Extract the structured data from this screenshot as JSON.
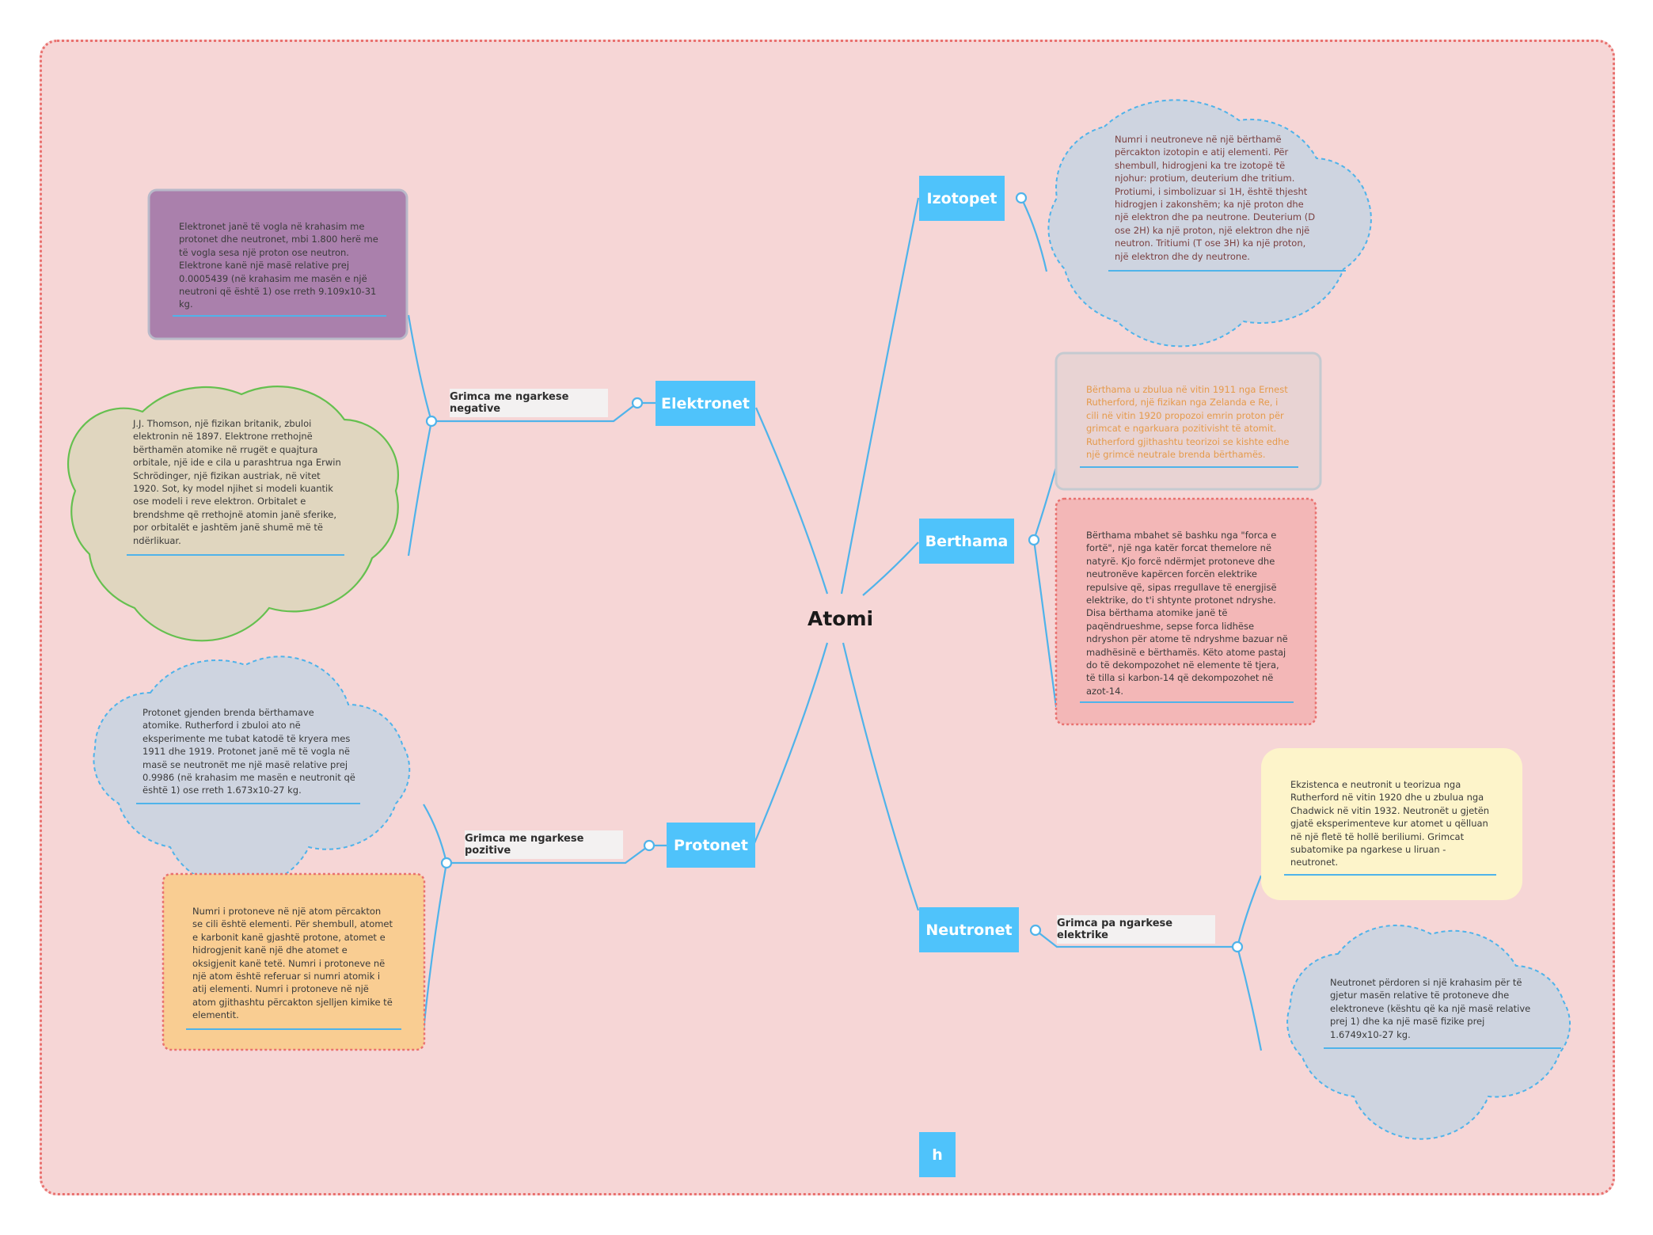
{
  "colors": {
    "canvas": "#f6d6d6",
    "canvas_border": "#e9716f",
    "connector": "#4fb3ea",
    "topic_fill": "#4fc3fb",
    "cloud_blue": "#ced4e0",
    "cloud_green": "#e0d6bf",
    "card_purple": "#aa80ac",
    "card_pink": "#f3b7b7",
    "card_grey": "#e8d3d3",
    "card_orange": "#f9cd92",
    "card_yellow": "#fdf4ca",
    "orange_text": "#e59a4b"
  },
  "center": {
    "title": "Atomi"
  },
  "topics": {
    "elektronet": "Elektronet",
    "protonet": "Protonet",
    "izotopet": "Izotopet",
    "berthama": "Berthama",
    "neutronet": "Neutronet",
    "h": "h"
  },
  "labels": {
    "elektronet": "Grimca me ngarkese negative",
    "protonet": "Grimca me ngarkese pozitive",
    "neutronet": "Grimca pa ngarkese elektrike"
  },
  "notes": {
    "elektronet_1": [
      "Elektronet janë të vogla në krahasim me",
      "protonet dhe neutronet, mbi 1.800 herë me",
      "të vogla sesa një proton ose neutron.",
      "Elektrone kanë një masë relative prej",
      "0.0005439 (në krahasim me masën e një",
      "neutroni që është 1) ose rreth 9.109x10-31",
      "kg."
    ],
    "elektronet_2": [
      "J.J. Thomson, një fizikan britanik, zbuloi",
      "elektronin në 1897. Elektrone rrethojnë",
      "bërthamën atomike në rrugët e quajtura",
      "orbitale, një ide e cila u parashtrua nga Erwin",
      "Schrödinger, një fizikan austriak, në vitet",
      "1920. Sot, ky model njihet si modeli kuantik",
      "ose modeli i reve elektron. Orbitalet e",
      "brendshme që rrethojnë atomin janë sferike,",
      "por orbitalët e jashtëm janë shumë më të",
      "ndërlikuar."
    ],
    "protonet_1": [
      "Protonet gjenden brenda bërthamave",
      "atomike. Rutherford i zbuloi ato në",
      "eksperimente me tubat katodë të kryera mes",
      "1911 dhe 1919. Protonet janë më të vogla në",
      "masë se neutronët me një masë relative prej",
      "0.9986 (në krahasim me masën e neutronit që",
      "është 1) ose rreth 1.673x10-27 kg."
    ],
    "protonet_2": [
      "Numri i protoneve në një atom përcakton",
      "se cili është elementi. Për shembull, atomet",
      "e karbonit kanë gjashtë protone, atomet e",
      "hidrogjenit kanë një dhe atomet e",
      "oksigjenit kanë tetë. Numri i protoneve në",
      "një atom është referuar si numri atomik i",
      "atij elementi. Numri i protoneve në një",
      "atom gjithashtu përcakton sjelljen kimike të",
      "elementit."
    ],
    "izotopet_1": [
      "Numri i neutroneve në një bërthamë",
      "përcakton izotopin e atij elementi. Për",
      "shembull, hidrogjeni ka tre izotopë të",
      "njohur: protium, deuterium dhe tritium.",
      "Protiumi, i simbolizuar si 1H, është thjesht",
      "hidrogjen i zakonshëm; ka një proton dhe",
      "një elektron dhe pa neutrone. Deuterium (D",
      "ose 2H) ka një proton, një elektron dhe një",
      "neutron. Tritiumi (T ose 3H) ka një proton,",
      "një elektron dhe dy neutrone."
    ],
    "berthama_1": [
      "Bërthama u zbulua në vitin 1911 nga Ernest",
      "Rutherford, një fizikan nga Zelanda e Re, i",
      "cili në vitin 1920 propozoi emrin proton për",
      "grimcat e ngarkuara pozitivisht të atomit.",
      "Rutherford gjithashtu teorizoi se kishte edhe",
      "një grimcë neutrale brenda bërthamës."
    ],
    "berthama_2": [
      "Bërthama mbahet së bashku nga \"forca e",
      "fortë\", një nga katër forcat themelore në",
      "natyrë. Kjo forcë ndërmjet protoneve dhe",
      "neutronëve kapërcen forcën elektrike",
      "repulsive që, sipas rregullave të energjisë",
      "elektrike, do t'i shtynte protonet ndryshe.",
      "Disa bërthama atomike janë të",
      "paqëndrueshme, sepse forca lidhëse",
      "ndryshon për atome të ndryshme bazuar në",
      "madhësinë e bërthamës. Këto atome pastaj",
      "do të dekompozohet në elemente të tjera,",
      "të tilla si karbon-14 që dekompozohet në",
      "azot-14."
    ],
    "neutronet_1": [
      "Ekzistenca e neutronit u teorizua nga",
      "Rutherford në vitin 1920 dhe u zbulua nga",
      "Chadwick në vitin 1932. Neutronët u gjetën",
      "gjatë eksperimenteve kur atomet u qëlluan",
      "në një fletë të hollë beriliumi. Grimcat",
      "subatomike pa ngarkese u liruan -",
      "neutronet."
    ],
    "neutronet_2": [
      "Neutronet përdoren si një krahasim për të",
      "gjetur masën relative të protoneve dhe",
      "elektroneve (kështu që ka një masë relative",
      "prej 1) dhe ka një masë fizike prej",
      "1.6749x10-27 kg."
    ]
  }
}
